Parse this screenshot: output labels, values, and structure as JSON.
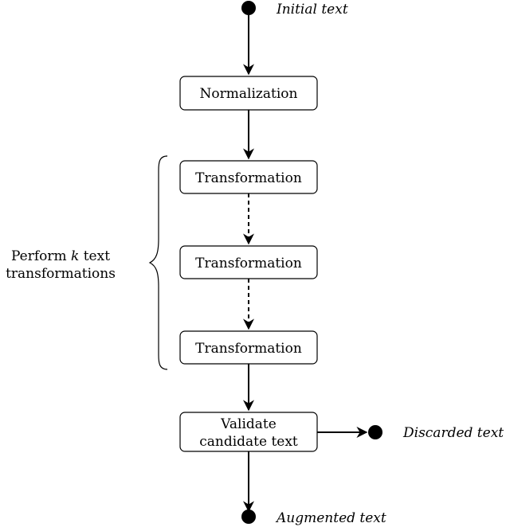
{
  "terminals": {
    "start": "Initial text",
    "discarded": "Discarded text",
    "end": "Augmented text"
  },
  "nodes": {
    "normalization": "Normalization",
    "transformation_1": "Transformation",
    "transformation_2": "Transformation",
    "transformation_3": "Transformation",
    "validate_line1": "Validate",
    "validate_line2": "candidate text"
  },
  "brace_label": {
    "line1_prefix": "Perform ",
    "line1_var": "k",
    "line1_suffix": " text",
    "line2": "transformations"
  }
}
